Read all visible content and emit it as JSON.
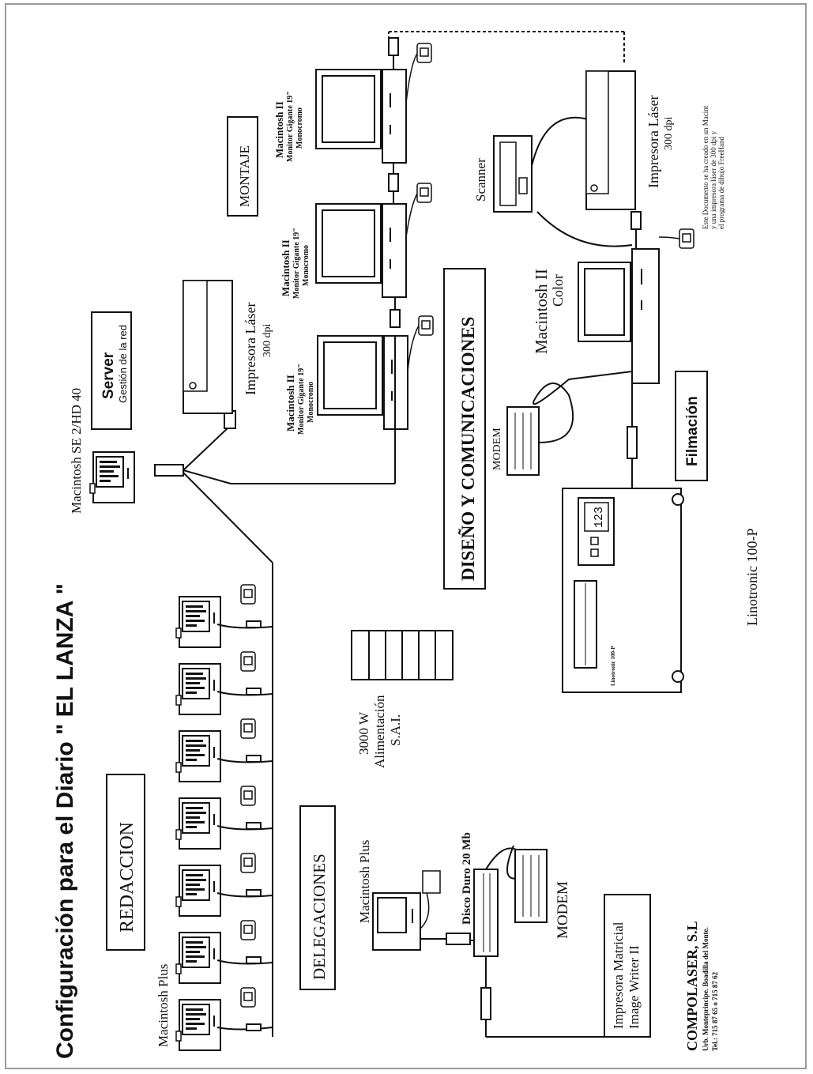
{
  "title": "Configuración para el Diario \" EL LANZA \"",
  "labels": {
    "redaccion": "REDACCION",
    "macintosh_plus_top": "Macintosh Plus",
    "delegaciones": "DELEGACIONES",
    "macintosh_plus_deleg": "Macintosh Plus",
    "disco_duro": "Disco Duro 20 Mb",
    "modem_deleg": "MODEM",
    "impresora_matricial_1": "Impresora Matricial",
    "impresora_matricial_2": "Image Writer II",
    "sai_1": "3000 W",
    "sai_2": "Alimentación",
    "sai_3": "S.A.I.",
    "macintosh_se": "Macintosh SE 2/HD 40",
    "server_1": "Server",
    "server_2": "Gestión de la red",
    "impresora_laser_1": "Impresora Láser",
    "impresora_laser_1b": "300 dpi",
    "montaje": "MONTAJE",
    "mac2_a1": "Macintosh II",
    "mac2_a2": "Monitor Gigante 19\"",
    "mac2_a3": "Monocromo",
    "mac2_b1": "Macintosh II",
    "mac2_b2": "Monitor Gigante 19\"",
    "mac2_b3": "Monocromo",
    "mac2_c1": "Macintosh II",
    "mac2_c2": "Monitor Gigante 19\"",
    "mac2_c3": "Monocromo",
    "diseno": "DISEÑO Y COMUNICACIONES",
    "modem_diseno": "MODEM",
    "mac2_color_1": "Macintosh II",
    "mac2_color_2": "Color",
    "scanner": "Scanner",
    "impresora_laser_2": "Impresora Láser",
    "impresora_laser_2b": "300 dpi",
    "filmacion": "Filmación",
    "linotronic": "Linotronic 100-P",
    "linotronic_small": "Linotronic 100-P",
    "display_123": "123",
    "note_1": "Este Documento se ha creado en un Macint",
    "note_2": "y una impresora láser de 300 dpi y",
    "note_3": "el programa de dibujo FreeHand",
    "company": "COMPOLASER, S.L",
    "address_1": "Urb. Monteprincipe. Boadilla del Monte.",
    "address_2": "Tel.: 715 87 65 o 715 87 62"
  }
}
